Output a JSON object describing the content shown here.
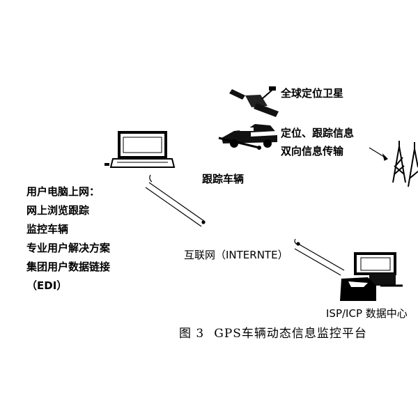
{
  "labels": {
    "satellite": "全球定位卫星",
    "link_line1": "定位、跟踪信息",
    "link_line2": "双向信息传输",
    "vehicle": "跟踪车辆",
    "internet": "互联网（INTERNTE）",
    "data_center": "ISP/ICP 数据中心",
    "user_lines": [
      "用户电脑上网：",
      "网上浏览跟踪",
      "监控车辆",
      "专业用户解决方案",
      "集团用户数据链接",
      "（EDI）"
    ]
  },
  "caption": {
    "figure_no": "图 3",
    "title": "GPS车辆动态信息监控平台"
  },
  "icons": [
    "satellite-icon",
    "vehicle-icon",
    "laptop-icon",
    "radio-tower-icon",
    "data-center-computer-icon"
  ]
}
